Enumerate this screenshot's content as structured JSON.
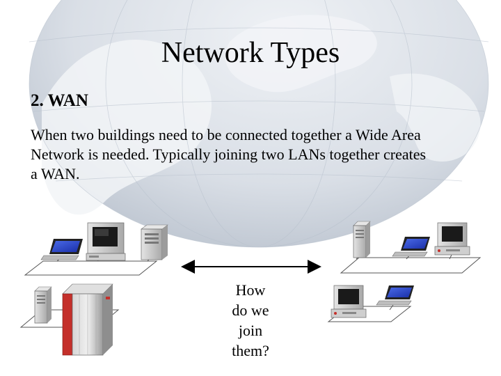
{
  "slide": {
    "title": "Network Types",
    "heading": "2.  WAN",
    "body_lines": [
      "When two buildings need to be connected together a Wide Area",
      "Network is needed.  Typically joining two LANs together creates",
      "a WAN."
    ],
    "question_lines": [
      "How",
      "do we",
      "join",
      "them?"
    ]
  },
  "colors": {
    "globe_ocean": "#c9d1dc",
    "globe_land": "#eef1f4",
    "mainframe_red": "#c4302b",
    "laptop_screen": "#2a44c8",
    "device_gray": "#c8c8c8"
  },
  "icons": {
    "left_lan": [
      "laptop-icon",
      "desktop-computer-icon",
      "server-tower-icon",
      "server-tower-icon",
      "mainframe-icon"
    ],
    "right_lan": [
      "server-tower-icon",
      "laptop-icon",
      "desktop-computer-icon",
      "desktop-computer-icon",
      "laptop-icon"
    ],
    "connector": "double-arrow-icon"
  }
}
